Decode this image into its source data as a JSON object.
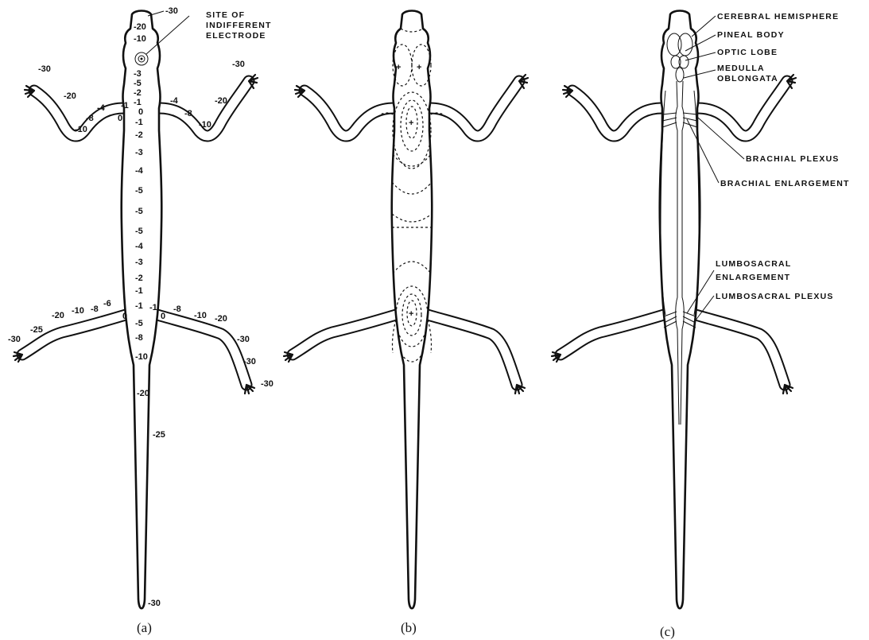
{
  "panel_a": {
    "caption": "(a)",
    "electrode_label_lines": [
      "SITE OF",
      "INDIFFERENT",
      "ELECTRODE"
    ],
    "midline_values": [
      "-30",
      "-20",
      "-10",
      "-3",
      "-5",
      "-2",
      "-1",
      "0",
      "-1",
      "-2",
      "-3",
      "-4",
      "-5",
      "-5",
      "-5",
      "-4",
      "-3",
      "-2",
      "-1",
      "-1",
      "-5",
      "-8",
      "-10",
      "-20",
      "-25",
      "-30"
    ],
    "left_forelimb_values": [
      "-30",
      "-20",
      "-4",
      "-8",
      "-10",
      "0",
      "-1"
    ],
    "right_forelimb_values": [
      "-30",
      "-20",
      "-4",
      "-8",
      "-10"
    ],
    "left_hindlimb_values": [
      "-30",
      "-25",
      "-20",
      "-10",
      "-8",
      "-6",
      "0"
    ],
    "right_hindlimb_values": [
      "-1",
      "0",
      "-8",
      "-10",
      "-20",
      "-30",
      "-30",
      "-30"
    ]
  },
  "panel_b": {
    "caption": "(b)",
    "plus_marks": [
      "+",
      "+",
      "+",
      "+"
    ]
  },
  "panel_c": {
    "caption": "(c)",
    "labels": {
      "cerebral_hemisphere": "CEREBRAL HEMISPHERE",
      "pineal_body": "PINEAL BODY",
      "optic_lobe": "OPTIC LOBE",
      "medulla_line1": "MEDULLA",
      "medulla_line2": "OBLONGATA",
      "brachial_plexus": "BRACHIAL PLEXUS",
      "brachial_enlargement": "BRACHIAL ENLARGEMENT",
      "lumbosacral_enlargement_line1": "LUMBOSACRAL",
      "lumbosacral_enlargement_line2": "ENLARGEMENT",
      "lumbosacral_plexus": "LUMBOSACRAL PLEXUS"
    }
  }
}
